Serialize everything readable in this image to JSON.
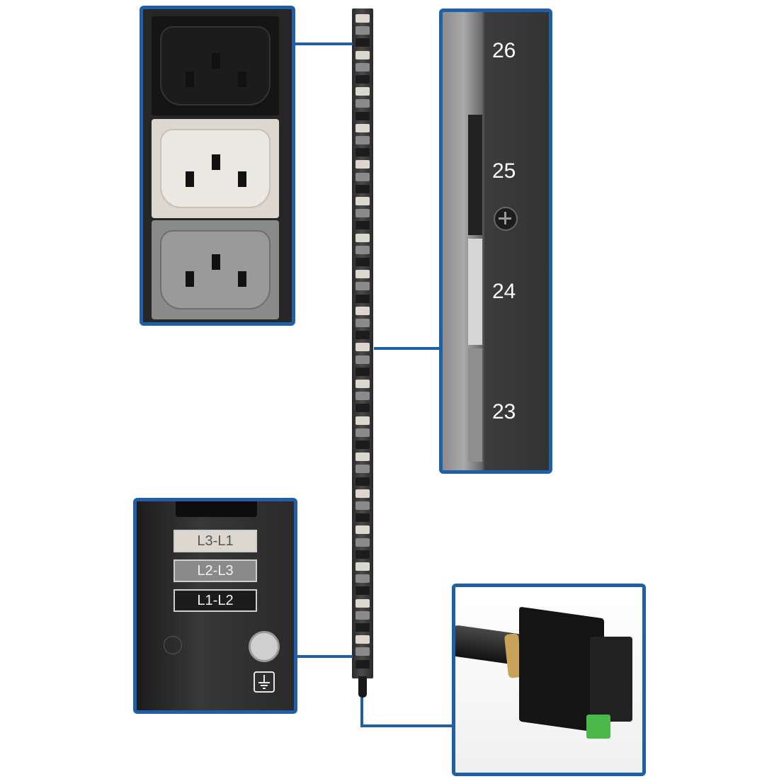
{
  "zoom_phase_labels": {
    "label_1": "L3-L1",
    "label_2": "L2-L3",
    "label_3": "L1-L2"
  },
  "zoom_outlet_numbers": {
    "n26": "26",
    "n25": "25",
    "n24": "24",
    "n23": "23"
  },
  "colors": {
    "frame_blue": "#1f5fa8",
    "outlet_black": "#1c1c1c",
    "outlet_white": "#dcd8d0",
    "outlet_gray": "#8a8a8a",
    "plug_green": "#4bb84a"
  },
  "icons": {
    "ground_symbol": "ground-icon",
    "screw": "screw-icon"
  }
}
